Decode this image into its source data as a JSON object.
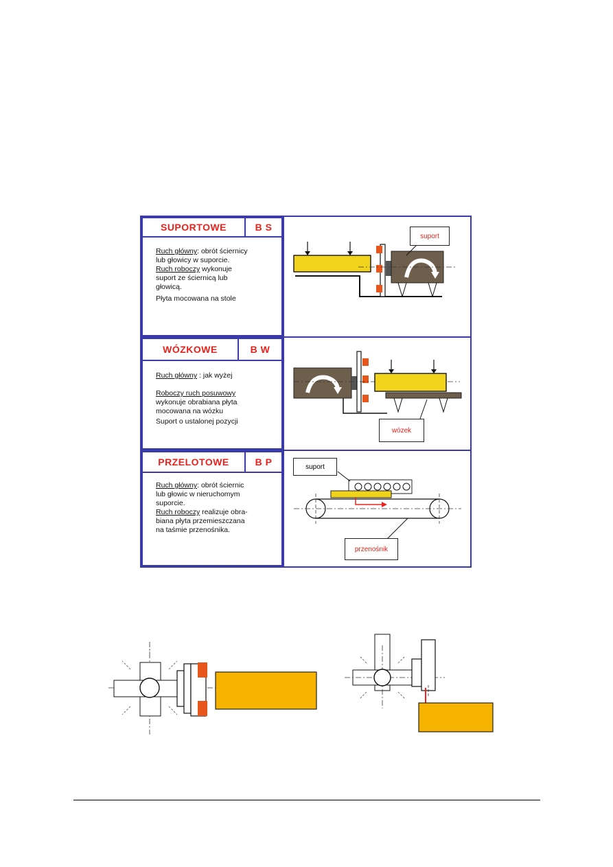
{
  "table": {
    "rows": [
      {
        "title": "SUPORTOWE",
        "code": "B S",
        "lines": [
          {
            "u": "Ruch główny",
            "t": ": obrót ściernicy"
          },
          {
            "u": "",
            "t": "lub głowicy w suporcie."
          },
          {
            "u": "Ruch roboczy",
            "t": "  wykonuje"
          },
          {
            "u": "",
            "t": "suport ze ściernicą lub"
          },
          {
            "u": "",
            "t": "głowicą."
          },
          {
            "u": "",
            "t": "Płyta mocowana na stole"
          }
        ],
        "callout": "suport"
      },
      {
        "title": "WÓZKOWE",
        "code": "B W",
        "lines": [
          {
            "u": "Ruch główny",
            "t": " : jak wyżej"
          },
          {
            "u": "",
            "t": ""
          },
          {
            "u": "Roboczy  ruch posuwowy",
            "t": ""
          },
          {
            "u": "",
            "t": "wykonuje obrabiana płyta"
          },
          {
            "u": "",
            "t": "mocowana na wózku"
          },
          {
            "u": "",
            "t": "Suport o ustalonej pozycji"
          }
        ],
        "callout": "wózek"
      },
      {
        "title": "PRZELOTOWE",
        "code": "B P",
        "lines": [
          {
            "u": "Ruch główny",
            "t": ": obrót ściernic"
          },
          {
            "u": "",
            "t": "lub głowic w nieruchomym"
          },
          {
            "u": "",
            "t": "suporcie."
          },
          {
            "u": "Ruch roboczy",
            "t": " realizuje obra-"
          },
          {
            "u": "",
            "t": "biana płyta przemieszczana"
          },
          {
            "u": "",
            "t": "na taśmie przenośnika."
          }
        ],
        "callout_top": "suport",
        "callout": "przenośnik"
      }
    ]
  },
  "colors": {
    "border": "#3a3aa8",
    "heading": "#e8221c",
    "workpiece": "#f2d31c",
    "machine": "#6e5e4c",
    "block": "#f6b400"
  }
}
